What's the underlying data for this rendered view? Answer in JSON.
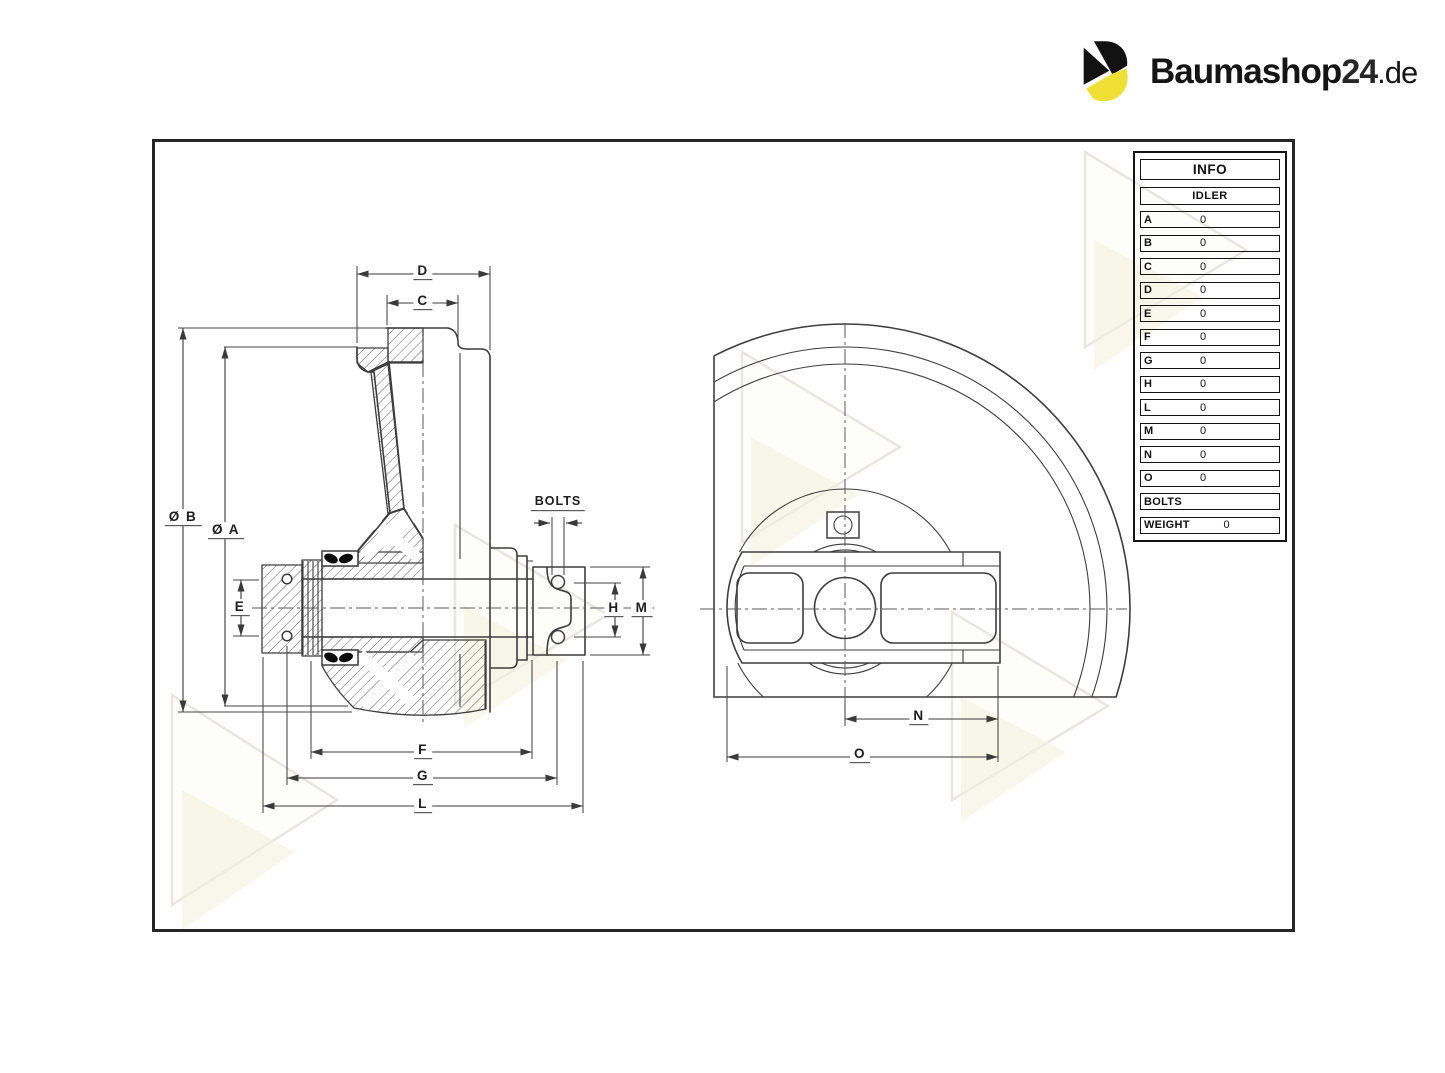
{
  "logo": {
    "brand_bold": "Baumashop",
    "brand_number": "24",
    "brand_tld": ".de",
    "colors": {
      "yellow": "#f0df35",
      "black": "#121212"
    }
  },
  "info_table": {
    "header": "INFO",
    "subheader": "IDLER",
    "rows": [
      {
        "label": "A",
        "value": "0"
      },
      {
        "label": "B",
        "value": "0"
      },
      {
        "label": "C",
        "value": "0"
      },
      {
        "label": "D",
        "value": "0"
      },
      {
        "label": "E",
        "value": "0"
      },
      {
        "label": "F",
        "value": "0"
      },
      {
        "label": "G",
        "value": "0"
      },
      {
        "label": "H",
        "value": "0"
      },
      {
        "label": "L",
        "value": "0"
      },
      {
        "label": "M",
        "value": "0"
      },
      {
        "label": "N",
        "value": "0"
      },
      {
        "label": "O",
        "value": "0"
      },
      {
        "label": "BOLTS",
        "value": ""
      },
      {
        "label": "WEIGHT",
        "value": "0"
      }
    ]
  },
  "dimensions": {
    "d": "D",
    "c": "C",
    "dia_b": "Ø B",
    "dia_a": "Ø A",
    "e": "E",
    "bolts": "BOLTS",
    "h": "H",
    "m": "M",
    "f": "F",
    "g": "G",
    "l": "L",
    "n": "N",
    "o": "O"
  }
}
